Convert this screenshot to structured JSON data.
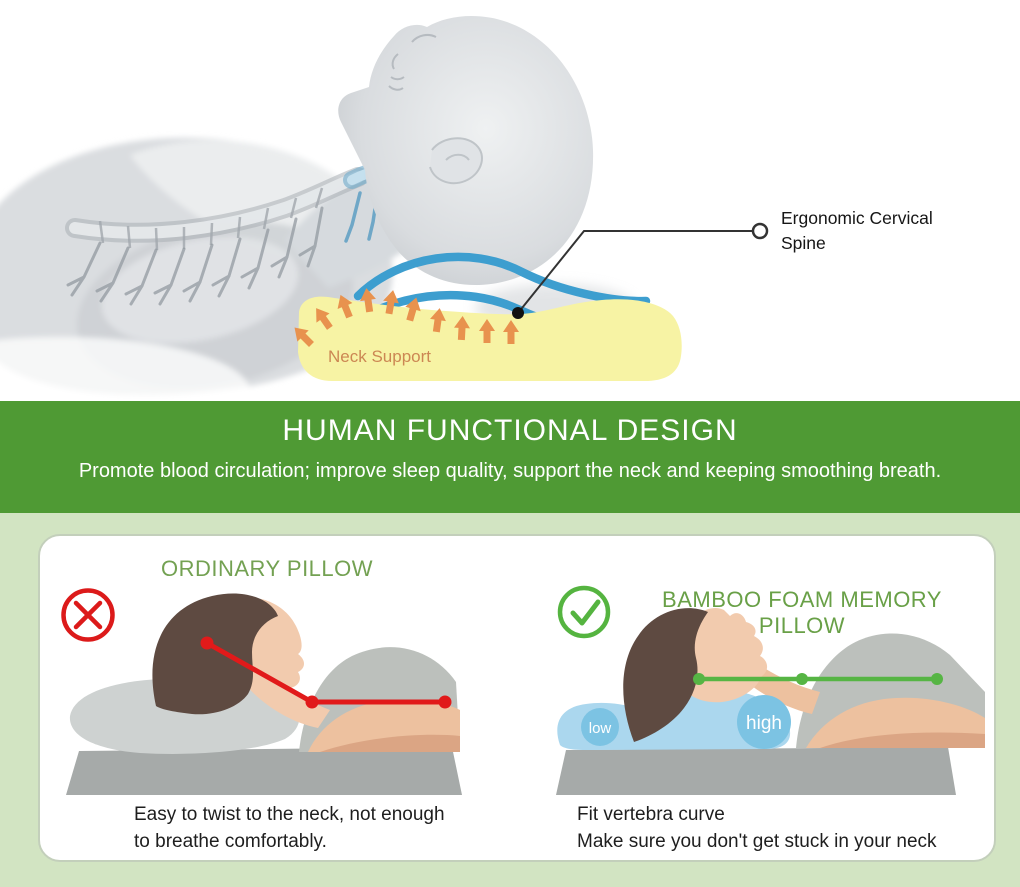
{
  "hero": {
    "neck_support_label": "Neck Support",
    "callout_lines": [
      "Ergonomic Cervical",
      "Spine"
    ]
  },
  "banner": {
    "title": "HUMAN FUNCTIONAL DESIGN",
    "subtitle": "Promote blood circulation; improve sleep quality, support the neck and keeping smoothing breath."
  },
  "comparison": {
    "left": {
      "title": "ORDINARY PILLOW",
      "verdict": "bad",
      "caption_lines": [
        "Easy to twist to the neck, not enough",
        "to breathe comfortably."
      ]
    },
    "right": {
      "title": "BAMBOO FOAM MEMORY PILLOW",
      "verdict": "good",
      "pillow_low_label": "low",
      "pillow_high_label": "high",
      "caption_lines": [
        "Fit vertebra curve",
        "Make sure you don't get stuck in your neck"
      ]
    }
  },
  "colors": {
    "banner_green": "#4f9a34",
    "section_bg_green": "#d2e4c2",
    "heading_green": "#73a152",
    "cross_red": "#dc1a1a",
    "check_green": "#55b440",
    "pillow_yellow": "#f7f3a4",
    "memory_pillow_blue": "#abd7ee",
    "label_circle_blue": "#7cc3e3",
    "arrow_orange": "#e8924e",
    "spine_highlight_blue": "#3d9ecf"
  }
}
